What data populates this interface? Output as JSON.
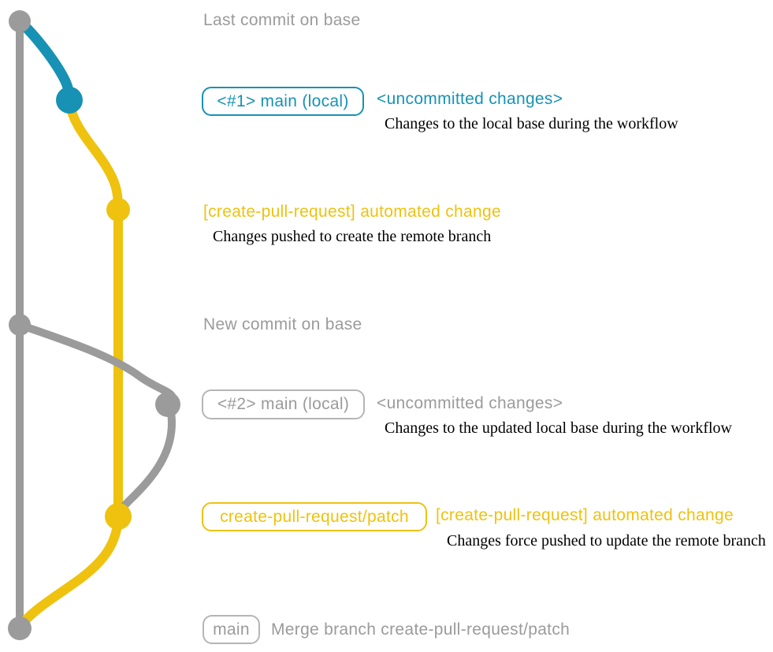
{
  "colors": {
    "gray": "#9b9b9b",
    "gray_border": "#b5b5b5",
    "blue": "#1792b4",
    "yellow": "#eec20f",
    "text_dark": "#000000"
  },
  "graph": {
    "description": "Git commit graph with base branch (gray), local main segment (blue), and create-pull-request/patch branch (yellow)",
    "commits": [
      {
        "id": "last-commit-on-base",
        "branch": "base",
        "color": "gray"
      },
      {
        "id": "uncommitted-changes-1",
        "branch": "main-local",
        "color": "blue"
      },
      {
        "id": "automated-change-1",
        "branch": "create-pull-request/patch",
        "color": "yellow"
      },
      {
        "id": "new-commit-on-base",
        "branch": "base",
        "color": "gray"
      },
      {
        "id": "uncommitted-changes-2",
        "branch": "main-local",
        "color": "gray"
      },
      {
        "id": "automated-change-2",
        "branch": "create-pull-request/patch",
        "color": "yellow"
      },
      {
        "id": "merge-commit",
        "branch": "base",
        "color": "gray"
      }
    ]
  },
  "rows": {
    "last_commit": {
      "label": "Last commit on base"
    },
    "row1": {
      "badge": "<#1> main (local)",
      "title": "<uncommitted changes>",
      "desc": "Changes to the local base during the workflow"
    },
    "row2": {
      "title": "[create-pull-request] automated change",
      "desc": "Changes pushed to create the remote branch"
    },
    "new_commit": {
      "label": "New commit on base"
    },
    "row3": {
      "badge": "<#2> main (local)",
      "title": "<uncommitted changes>",
      "desc": "Changes to the updated local base during the workflow"
    },
    "row4": {
      "badge": "create-pull-request/patch",
      "title": "[create-pull-request] automated change",
      "desc": "Changes force pushed to update the remote branch"
    },
    "row5": {
      "badge": "main",
      "label": "Merge branch create-pull-request/patch"
    }
  }
}
